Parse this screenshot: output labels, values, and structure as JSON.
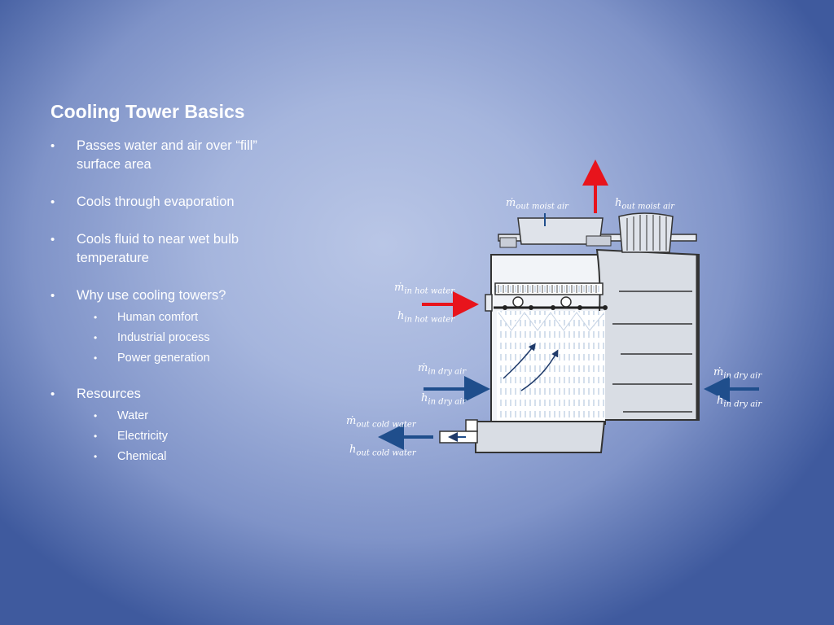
{
  "slide": {
    "title": "Cooling Tower Basics",
    "bullets": [
      {
        "text": "Passes water and air over “fill” surface area",
        "sub": []
      },
      {
        "text": "Cools through evaporation",
        "sub": []
      },
      {
        "text": "Cools fluid to near wet bulb temperature",
        "sub": []
      },
      {
        "text": "Why use cooling towers?",
        "sub": [
          "Human comfort",
          "Industrial process",
          "Power generation"
        ]
      },
      {
        "text": "Resources",
        "sub": [
          "Water",
          "Electricity",
          "Chemical"
        ]
      }
    ]
  },
  "diagram": {
    "labels": {
      "m_out_moist_air": {
        "sym": "ṁ",
        "sub": "out moist air"
      },
      "h_out_moist_air": {
        "sym": "h",
        "sub": "out moist air"
      },
      "m_in_hot_water": {
        "sym": "ṁ",
        "sub": "in hot water"
      },
      "h_in_hot_water": {
        "sym": "h",
        "sub": "in hot water"
      },
      "m_in_dry_air_left": {
        "sym": "ṁ",
        "sub": "in dry air"
      },
      "h_in_dry_air_left": {
        "sym": "h",
        "sub": "in dry air"
      },
      "m_in_dry_air_right": {
        "sym": "ṁ",
        "sub": "in dry air"
      },
      "h_in_dry_air_right": {
        "sym": "h",
        "sub": "in dry air"
      },
      "m_out_cold_water": {
        "sym": "ṁ",
        "sub": "out cold water"
      },
      "h_out_cold_water": {
        "sym": "h",
        "sub": "out cold water"
      }
    },
    "colors": {
      "hot_arrow": "#e8141c",
      "cold_arrow": "#1f4e8c"
    }
  }
}
